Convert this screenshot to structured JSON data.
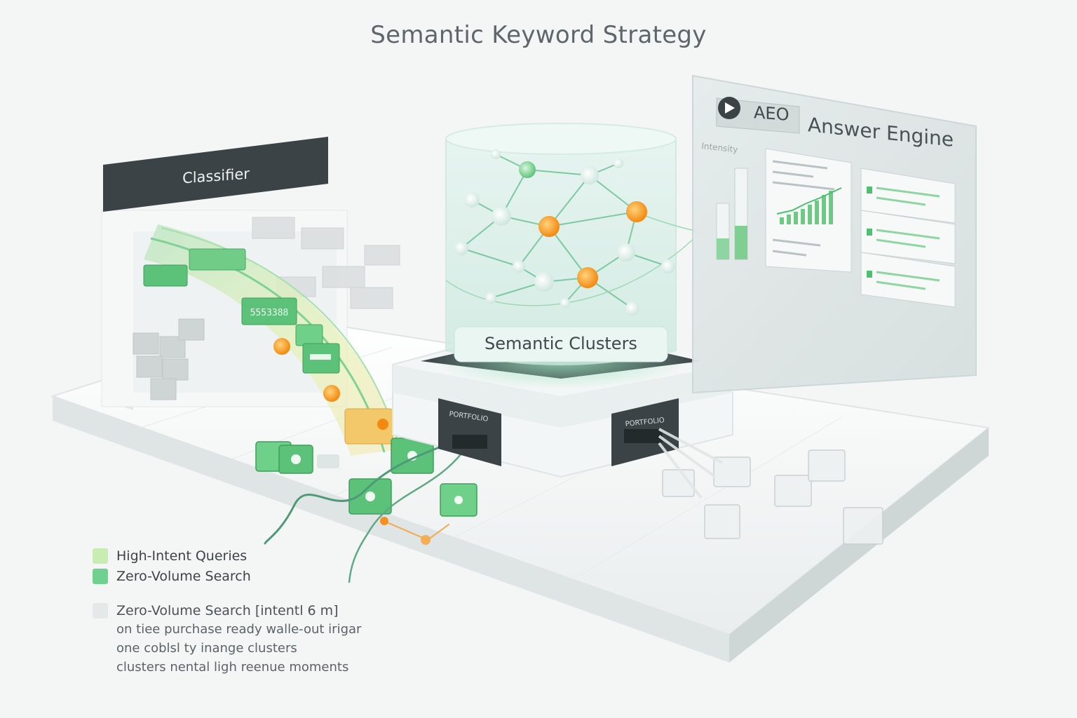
{
  "title": "Semantic Keyword Strategy",
  "classifier": {
    "label": "Classifier",
    "badge_code": "5553388"
  },
  "clusters": {
    "label": "Semantic Clusters",
    "port_labels": [
      "PORTFOLIO",
      "PORTFOLIO"
    ]
  },
  "answer_engine": {
    "tag": "AEO",
    "title": "Answer Engine",
    "side_label": "Intensity"
  },
  "legend": {
    "items": [
      {
        "label": "High-Intent Queries",
        "color": "#c9ecb2"
      },
      {
        "label": "Zero-Volume Search",
        "color": "#6fd08f"
      }
    ]
  },
  "description": {
    "heading": "Zero-Volume Search [intentl 6 m]",
    "lines": [
      "on tiee purchase ready walle-out irigar",
      "one coblsl ty inange clusters",
      "clusters nental ligh reenue moments"
    ]
  },
  "colors": {
    "accent_green": "#4fbf73",
    "accent_orange": "#f5901e",
    "dark_panel": "#3b4346"
  }
}
